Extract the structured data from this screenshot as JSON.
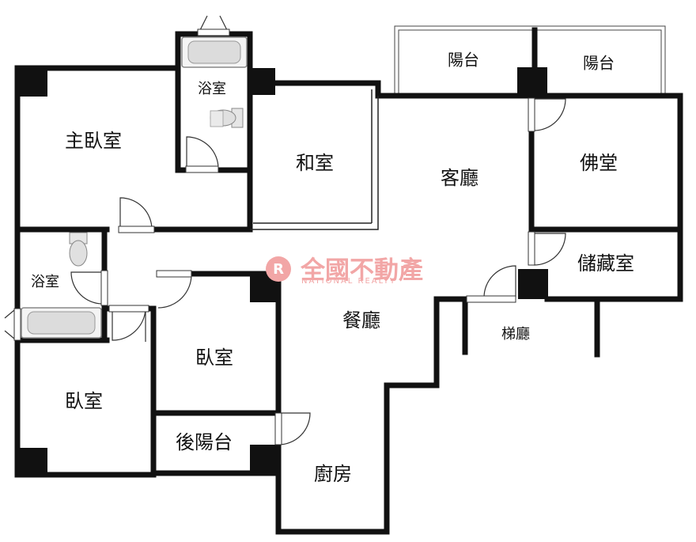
{
  "rooms": {
    "balcony_left": "陽台",
    "balcony_right": "陽台",
    "bathroom_top": "浴室",
    "master_bedroom": "主臥室",
    "japanese_room": "和室",
    "living_room": "客廳",
    "buddha_hall": "佛堂",
    "storage_room": "儲藏室",
    "bathroom_left": "浴室",
    "dining_room": "餐廳",
    "elevator_hall": "梯廳",
    "bedroom_middle": "臥室",
    "bedroom_left": "臥室",
    "back_balcony": "後陽台",
    "kitchen": "廚房"
  },
  "watermark": {
    "logo_text": "全國不動產",
    "logo_subtext": "NATIONAL REALTY"
  },
  "colors": {
    "wall": "#111111",
    "watermark": "#f2a6a6"
  }
}
